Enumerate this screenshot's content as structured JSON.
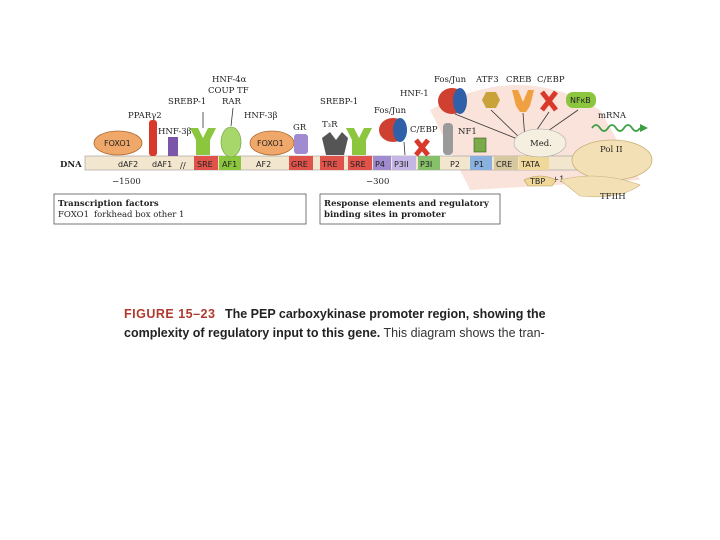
{
  "diagram": {
    "factors_top": {
      "hnf4": "HNF-4α",
      "coup": "COUP TF",
      "srebp1_left": "SREBP-1",
      "rar": "RAR",
      "ppar": "PPARγ2",
      "hnf3b": "HNF-3β",
      "hnf3b_2": "HNF-3β",
      "gr": "GR",
      "srebp1_right": "SREBP-1",
      "t3r": "T₃R",
      "fosjun_mid": "Fos/Jun",
      "hnf1": "HNF-1",
      "cebp_mid": "C/EBP",
      "nf1": "NF1",
      "fosjun_top": "Fos/Jun",
      "atf3": "ATF3",
      "creb": "CREB",
      "cebp_top": "C/EBP",
      "nfkb": "NFκB",
      "med": "Med.",
      "mrna": "mRNA",
      "pol2": "Pol II",
      "tbp": "TBP",
      "tf2h": "TFIIH",
      "foxo1_left": "FOXO1",
      "foxo1_right": "FOXO1"
    },
    "dna_label": "DNA",
    "dna_elements": [
      "dAF2",
      "dAF1",
      "SRE",
      "AF1",
      "AF2",
      "GRE",
      "TRE",
      "SRE",
      "P4",
      "P3II",
      "P3I",
      "P2",
      "P1",
      "CRE",
      "TATA"
    ],
    "positions": {
      "left": "−1500",
      "mid": "−300",
      "plus1": "+1"
    },
    "legend_left": {
      "heading": "Transcription factors",
      "abbr": "FOXO1",
      "desc": "forkhead box other 1"
    },
    "legend_right": {
      "heading_line1": "Response elements and regulatory",
      "heading_line2": "binding sites in promoter"
    }
  },
  "caption": {
    "fig_no": "FIGURE 15–23",
    "bold_text": "The PEP carboxykinase promoter region, showing the complexity of regulatory input to this gene.",
    "rest": "This diagram shows the tran-"
  },
  "colors": {
    "foxo": "#f0a86a",
    "sre": "#e0534a",
    "af1": "#8cc63f",
    "gre": "#e0534a",
    "p4": "#a08ad0",
    "p3": "#86c06a",
    "p1": "#8ab0e0",
    "tata": "#f0d79a",
    "background_curve": "#f8d7cc",
    "pol2": "#f3e0b5"
  }
}
